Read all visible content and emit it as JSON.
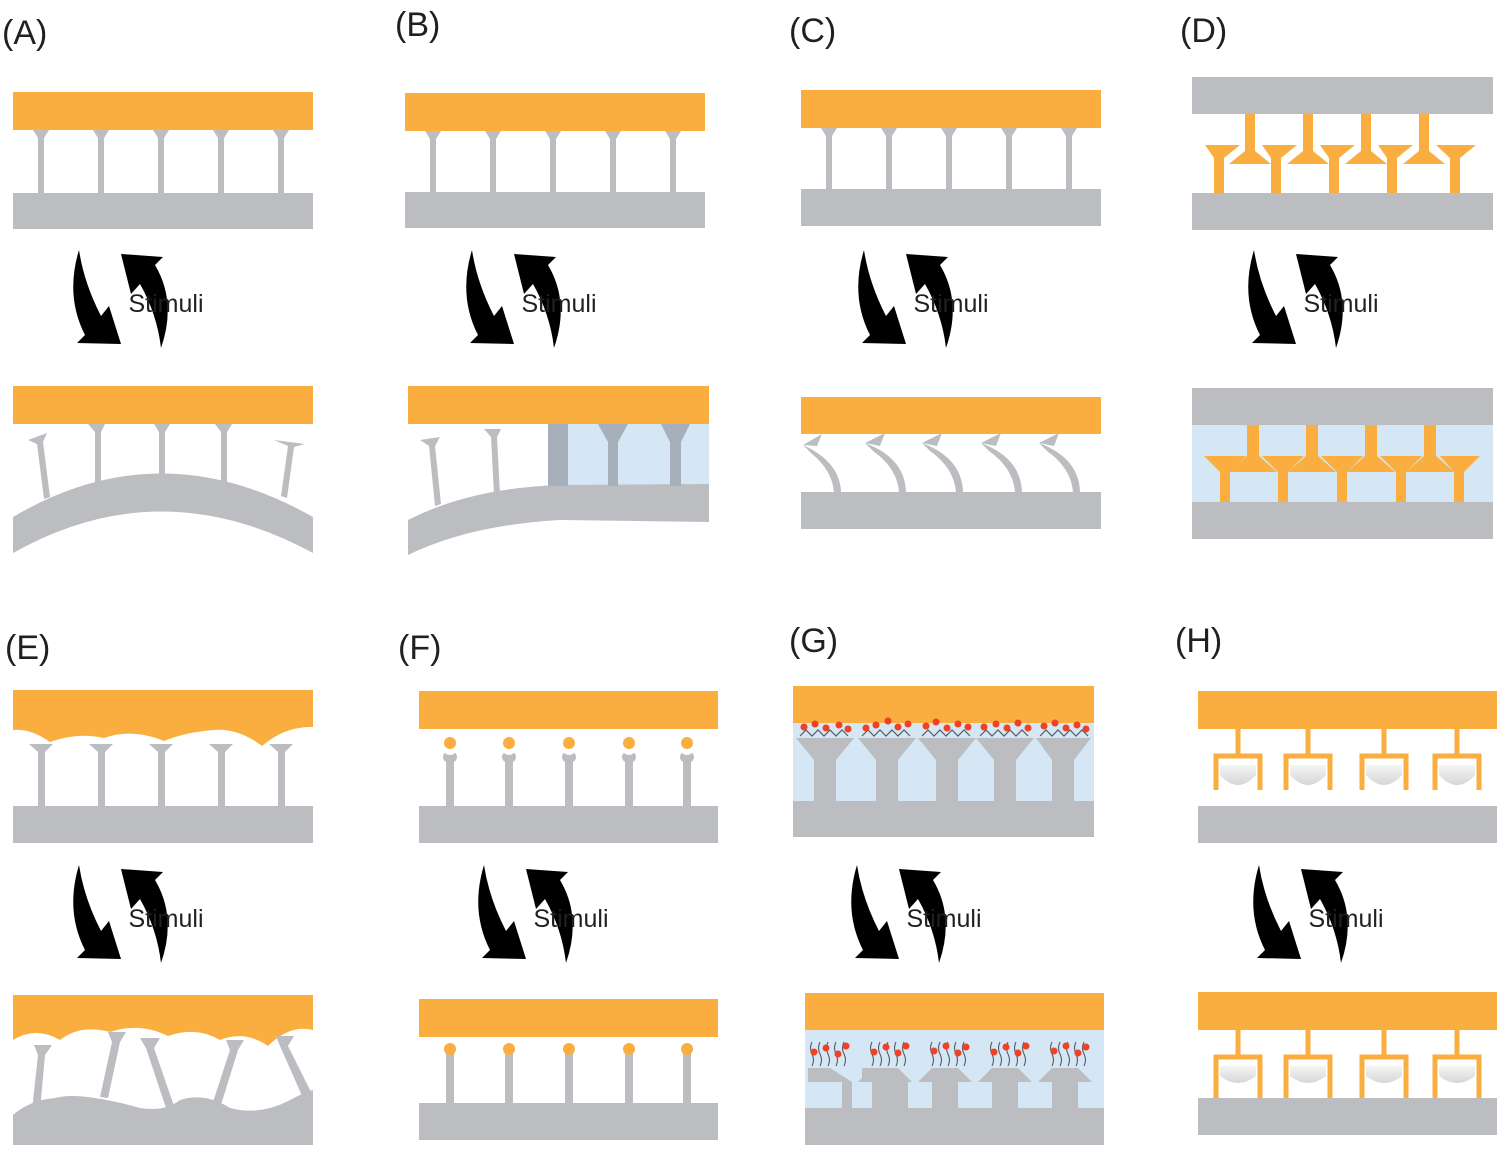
{
  "panels": [
    {
      "label": "(A)",
      "arrow_text": "Stimuli"
    },
    {
      "label": "(B)",
      "arrow_text": "Stimuli"
    },
    {
      "label": "(C)",
      "arrow_text": "Stimuli"
    },
    {
      "label": "(D)",
      "arrow_text": "Stimuli"
    },
    {
      "label": "(E)",
      "arrow_text": "Stimuli"
    },
    {
      "label": "(F)",
      "arrow_text": "Stimuli"
    },
    {
      "label": "(G)",
      "arrow_text": "Stimuli"
    },
    {
      "label": "(H)",
      "arrow_text": "Stimuli"
    }
  ],
  "colors": {
    "orange": "#F9AE3F",
    "gray": "#BCBDC0",
    "dark_gray": "#A7AFBA",
    "liquid": "#D5E6F4",
    "red_dot": "#EF4123",
    "arrow": "#000000",
    "text": "#231F20"
  }
}
